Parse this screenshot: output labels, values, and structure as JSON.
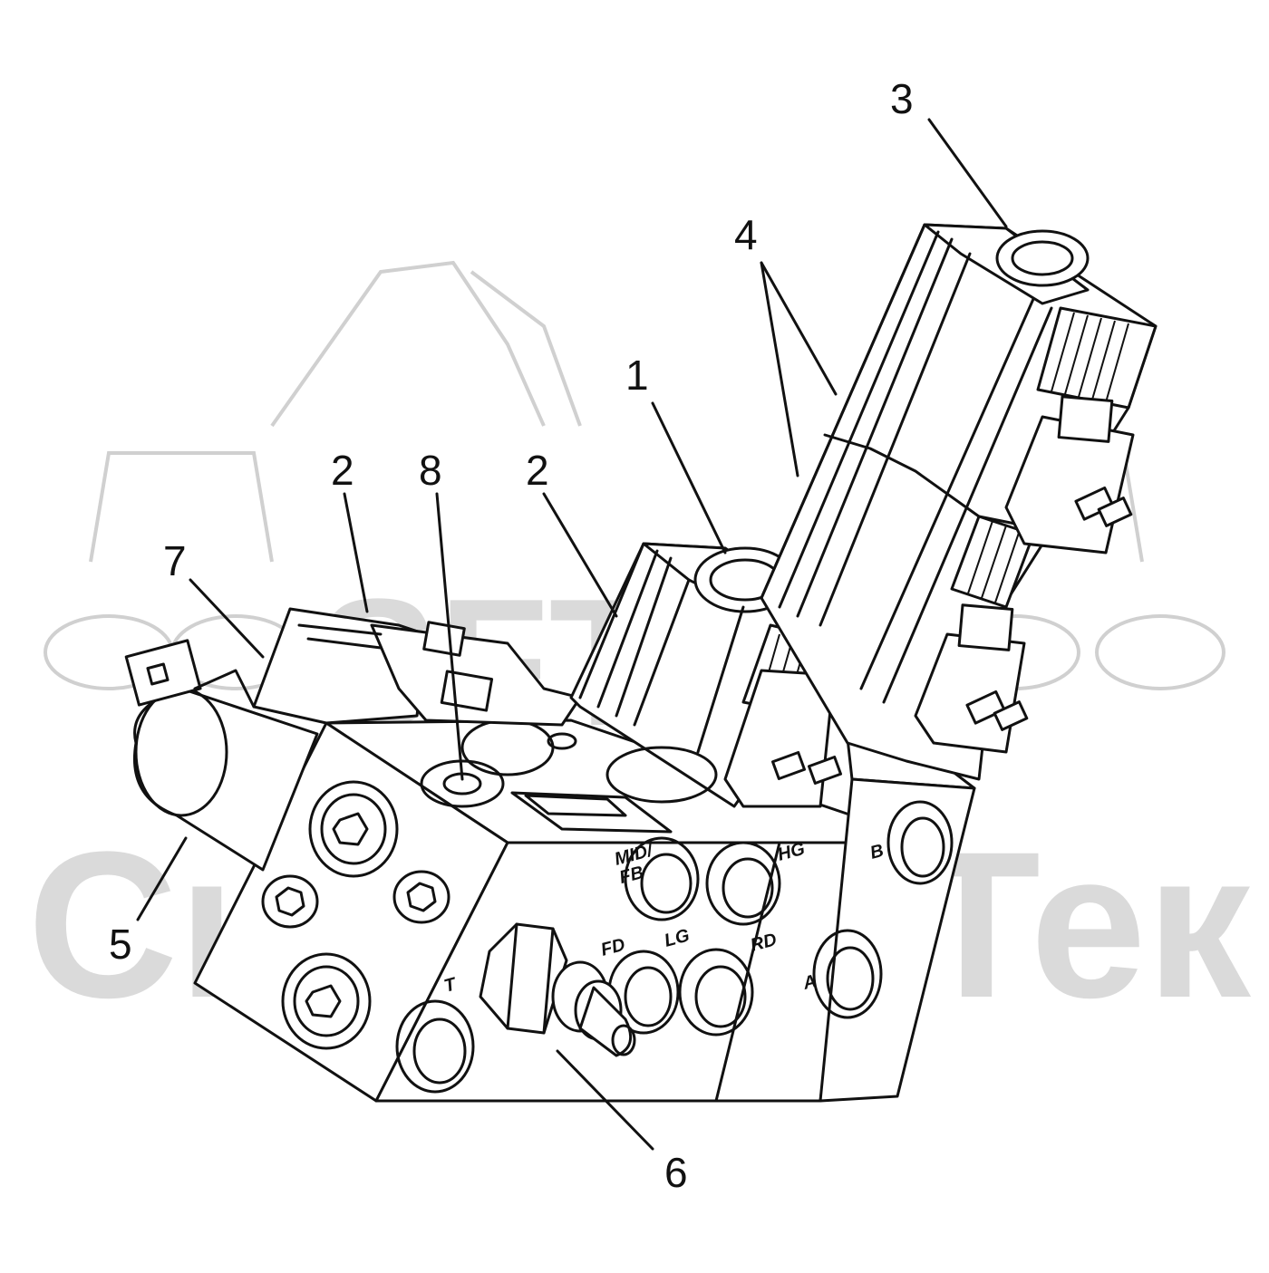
{
  "watermark": {
    "logo_text": "SFT",
    "company_text": "СкандорТек"
  },
  "callouts": [
    {
      "id": "1",
      "label": "1"
    },
    {
      "id": "2a",
      "label": "2"
    },
    {
      "id": "2b",
      "label": "2"
    },
    {
      "id": "3",
      "label": "3"
    },
    {
      "id": "4",
      "label": "4"
    },
    {
      "id": "5",
      "label": "5"
    },
    {
      "id": "6",
      "label": "6"
    },
    {
      "id": "7",
      "label": "7"
    },
    {
      "id": "8",
      "label": "8"
    }
  ],
  "ports": {
    "mid_fb": "MID/\nFB",
    "hg": "HG",
    "fd": "FD",
    "lg": "LG",
    "rd": "RD",
    "t": "T",
    "b": "B",
    "a": "A"
  },
  "colors": {
    "line": "#111111",
    "watermark": "#bdbdbd",
    "background": "#ffffff"
  }
}
